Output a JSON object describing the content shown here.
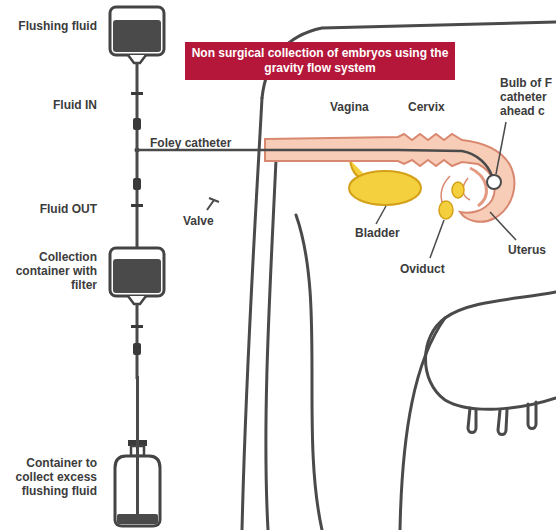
{
  "diagram": {
    "title": "Non surgical collection of embryos using the gravity flow system",
    "nodes": [
      {
        "text": [
          "Flushing fluid"
        ]
      },
      {
        "text": [
          "Collection container with filter"
        ]
      },
      {
        "text": [
          "Container to collect excess flushing fluid"
        ]
      }
    ],
    "edges": [
      {
        "from": 0,
        "to": 1,
        "arrow": "none"
      },
      {
        "from": 1,
        "to": 2,
        "arrow": "none"
      }
    ],
    "labels": [
      "Fluid IN",
      "Fluid OUT",
      "Foley catheter",
      "Valve",
      "Vagina",
      "Cervix",
      "Bulb of F catheter ahead c",
      "Bladder",
      "Oviduct",
      "Uterus"
    ]
  }
}
